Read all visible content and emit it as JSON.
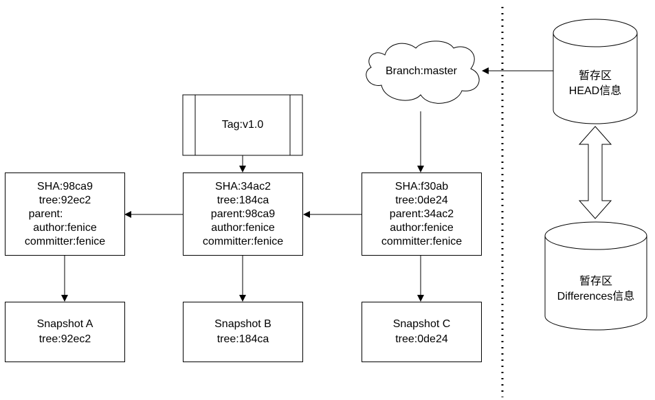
{
  "branch": {
    "label": "Branch:master"
  },
  "tag": {
    "label": "Tag:v1.0"
  },
  "commits": [
    {
      "sha": "SHA:98ca9",
      "tree": "tree:92ec2",
      "parent": "parent:",
      "author": "author:fenice",
      "committer": "committer:fenice"
    },
    {
      "sha": "SHA:34ac2",
      "tree": "tree:184ca",
      "parent": "parent:98ca9",
      "author": "author:fenice",
      "committer": "committer:fenice"
    },
    {
      "sha": "SHA:f30ab",
      "tree": "tree:0de24",
      "parent": "parent:34ac2",
      "author": "author:fenice",
      "committer": "committer:fenice"
    }
  ],
  "snapshots": [
    {
      "name": "Snapshot A",
      "tree": "tree:92ec2"
    },
    {
      "name": "Snapshot B",
      "tree": "tree:184ca"
    },
    {
      "name": "Snapshot C",
      "tree": "tree:0de24"
    }
  ],
  "head_store": {
    "line1": "暂存区",
    "line2": "HEAD信息"
  },
  "diff_store": {
    "line1": "暂存区",
    "line2": "Differences信息"
  }
}
